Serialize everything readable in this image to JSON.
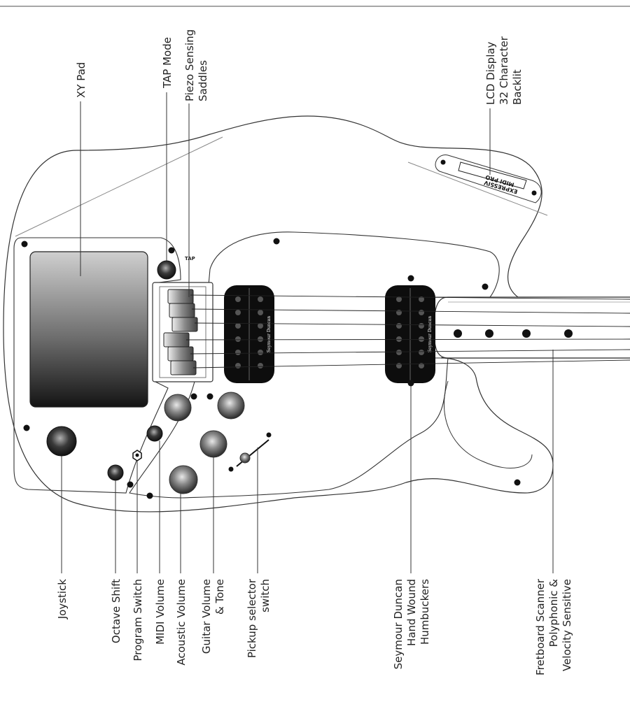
{
  "labels": {
    "xy_pad": "XY Pad",
    "tap_mode": "TAP Mode",
    "piezo_line1": "Piezo Sensing",
    "piezo_line2": "Saddles",
    "lcd_line1": "LCD Display",
    "lcd_line2": "32 Character",
    "lcd_line3": "Backlit",
    "joystick": "Joystick",
    "octave_shift": "Octave Shift",
    "program_switch": "Program Switch",
    "midi_volume": "MIDI Volume",
    "acoustic_volume": "Acoustic Volume",
    "guitar_vol_line1": "Guitar Volume",
    "guitar_vol_line2": "& Tone",
    "pickup_line1": "Pickup selector",
    "pickup_line2": "switch",
    "humbuckers_line1": "Seymour Duncan",
    "humbuckers_line2": "Hand Wound",
    "humbuckers_line3": "Humbuckers",
    "fretboard_line1": "Fretboard Scanner",
    "fretboard_line2": "Polyphonic &",
    "fretboard_line3": "Velocity Sensitive"
  },
  "markings": {
    "tap": "TAP",
    "pickup_brand": "Seymour Duncan",
    "lcd_line1": "EXPRESSIV",
    "lcd_line2": "MIDI PRO"
  }
}
